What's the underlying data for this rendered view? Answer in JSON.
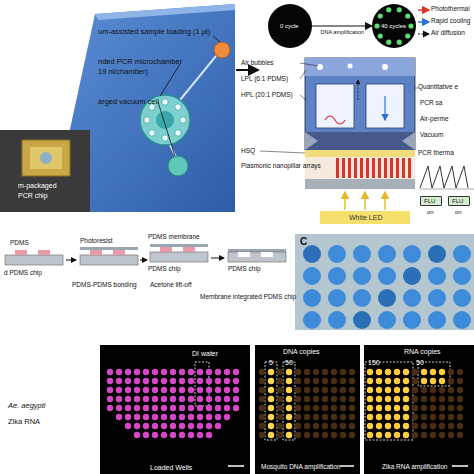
{
  "diagram": {
    "nodes": [
      {
        "text": [
          "0 cycle"
        ]
      },
      {
        "text": [
          "40 cycles"
        ]
      },
      {
        "text": [
          "White LED"
        ]
      },
      {
        "text": [
          "FLU",
          "on"
        ]
      },
      {
        "text": [
          "FLU",
          "on"
        ]
      },
      {
        "text": [
          "DI water",
          "Loaded Wells"
        ]
      },
      {
        "text": [
          "DNA copies",
          "5",
          "50",
          "Mosquito DNA amplification"
        ]
      },
      {
        "text": [
          "RNA copies",
          "150",
          "50",
          "Zika RNA amplification"
        ]
      }
    ],
    "edges": [
      {
        "from": 0,
        "to": 1,
        "label": "DNA amplification",
        "arrow": "to"
      }
    ],
    "labels": [
      "um-assisted sample loading (1 µl)",
      "nded PCR microchamber",
      "19 nl/chamber)",
      "arged vacuum cell",
      "m-packaged",
      "PCR chip",
      "Air bubbles",
      "LPL (6:1 PDMS)",
      "HPL (20:1 PDMS)",
      "HSQ",
      "Plasmonic nanopillar arrays",
      "Quantitative e",
      "PCR sa",
      "Air-perme",
      "Vacuum",
      "PCR therma",
      "PDMS",
      "Photoresist",
      "PDMS membrane",
      "PDMS chip",
      "PDMS chip",
      "d PDMS chip",
      "PDMS-PDMS bonding",
      "Acetone lift-off",
      "Membrane integrated PDMS chip",
      "C",
      "Ae. aegypti",
      "Zika RNA"
    ],
    "legend": [
      {
        "text": "Photothermal"
      },
      {
        "text": "Rapid cooling"
      },
      {
        "text": "Air diffusion"
      }
    ]
  }
}
